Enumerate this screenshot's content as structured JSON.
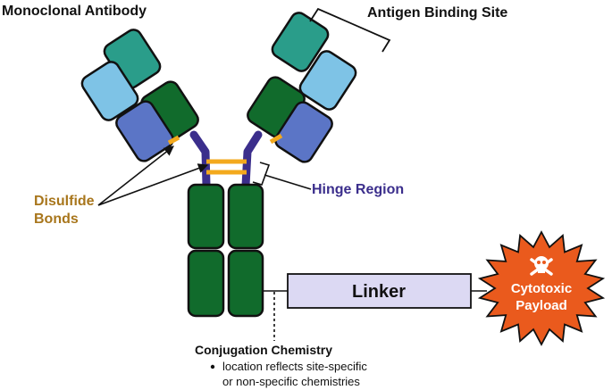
{
  "labels": {
    "title": "Monoclonal Antibody",
    "antigen_site": "Antigen Binding Site",
    "disulfide_line1": "Disulfide",
    "disulfide_line2": "Bonds",
    "hinge": "Hinge Region",
    "linker": "Linker",
    "payload_line1": "Cytotoxic",
    "payload_line2": "Payload",
    "conjugation_title": "Conjugation Chemistry",
    "conjugation_line1": "location reflects site-specific",
    "conjugation_line2": "or non-specific chemistries"
  },
  "icons": {
    "payload": "skull-crossbones-icon"
  },
  "colors": {
    "light_chain_variable": "#2a9d8a",
    "light_chain_constant": "#7ec3e6",
    "heavy_chain": "#116b2c",
    "heavy_chain_variable": "#5b75c6",
    "hinge_chain": "#3b2e8c",
    "disulfide": "#f3a91d",
    "linker_fill": "#dcd9f3",
    "payload_fill": "#ea5a1d",
    "text_gold": "#a8761c",
    "text_navy": "#3b2e8c"
  }
}
